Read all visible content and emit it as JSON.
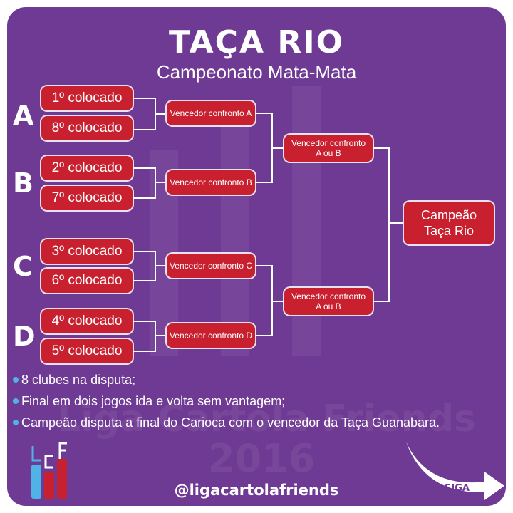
{
  "header": {
    "title": "TAÇA RIO",
    "subtitle": "Campeonato Mata-Mata"
  },
  "groups": [
    "A",
    "B",
    "C",
    "D"
  ],
  "seeds": [
    "1º colocado",
    "8º colocado",
    "2º colocado",
    "7º colocado",
    "3º colocado",
    "6º colocado",
    "4º colocado",
    "5º colocado"
  ],
  "quarterfinals": [
    "Vencedor confronto A",
    "Vencedor confronto B",
    "Vencedor confronto C",
    "Vencedor confronto D"
  ],
  "semifinals": [
    "Vencedor confronto\nA ou B",
    "Vencedor confronto\nA ou B"
  ],
  "final": "Campeão\nTaça Rio",
  "notes": [
    "8 clubes na disputa;",
    "Final em dois jogos ida e volta sem vantagem;",
    "Campeão disputa a final do Carioca com o vencedor da Taça Guanabara."
  ],
  "footer": {
    "handle": "@ligacartolafriends",
    "next_label": "SIGA"
  },
  "watermark": {
    "line1": "Liga Cartola Friends",
    "line2": "2016"
  },
  "colors": {
    "background": "#6f3a93",
    "box": "#c8202e",
    "accent_blue": "#4fb3e8",
    "text": "#ffffff"
  }
}
